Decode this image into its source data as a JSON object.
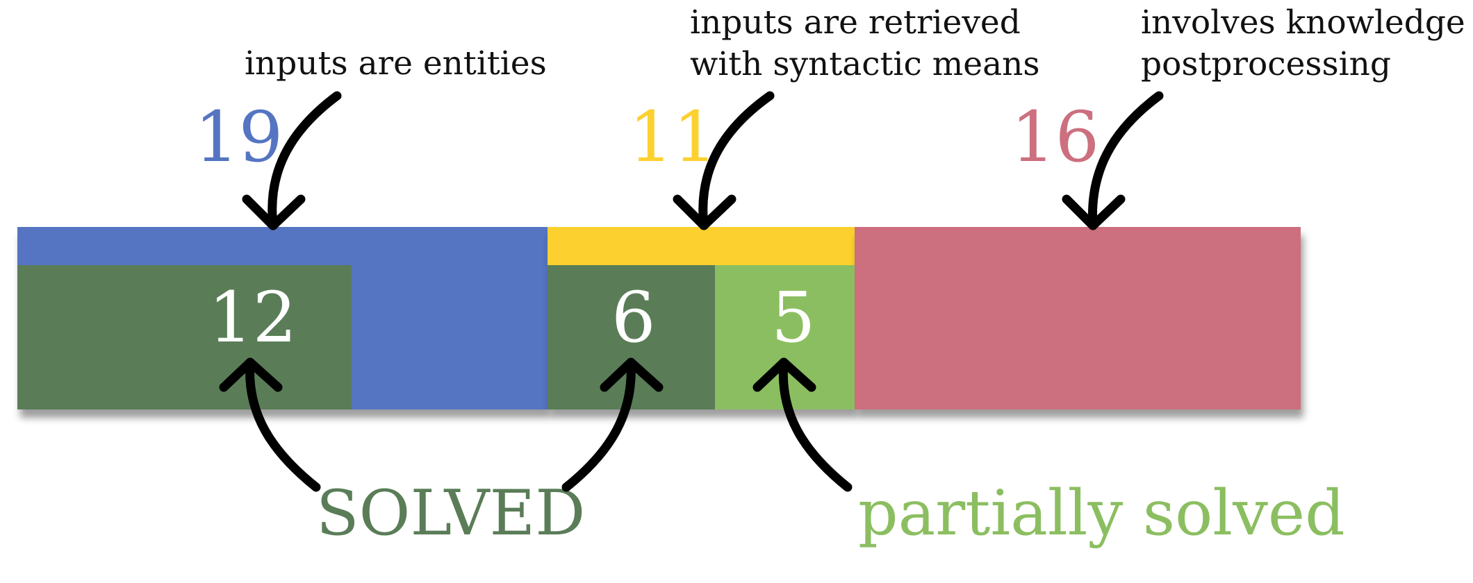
{
  "bars": {
    "entities": {
      "count": "19",
      "color": "#5575c2",
      "caption": "inputs are entities"
    },
    "syntactic": {
      "count": "11",
      "color": "#fcd12f",
      "caption_lines": [
        "inputs are retrieved",
        "with syntactic means"
      ]
    },
    "knowledge": {
      "count": "16",
      "color": "#cc6f7e",
      "caption_lines": [
        "involves knowledge",
        "postprocessing"
      ]
    }
  },
  "sub_bars": {
    "entities_solved": {
      "count": "12",
      "color": "#5a7d58"
    },
    "syntactic_solved": {
      "count": "6",
      "color": "#5a7d58"
    },
    "syntactic_partial": {
      "count": "5",
      "color": "#8bbe60"
    }
  },
  "labels": {
    "solved": "SOLVED",
    "partial": "partially solved"
  },
  "icons": [
    "curved-arrow-icon"
  ]
}
